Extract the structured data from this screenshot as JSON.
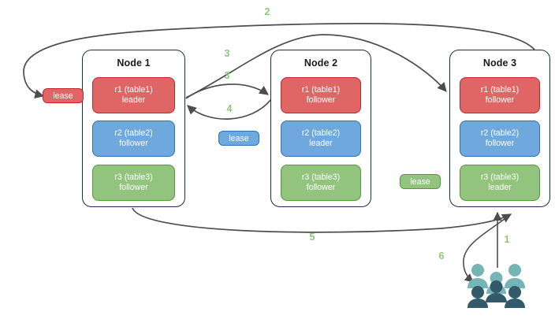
{
  "diagram": {
    "title": "distributed-replica-lease-flow",
    "colors": {
      "red_fill": "#e06666",
      "red_stroke": "#c0262a",
      "blue_fill": "#6fa8dc",
      "blue_stroke": "#2b72b8",
      "green_fill": "#93c47d",
      "green_stroke": "#4e9a3e",
      "node_border": "#1f2b46",
      "edge": "#4d4d4d",
      "step_label": "#8cc77a",
      "people_light": "#76b5b5",
      "people_dark": "#335a6b"
    }
  },
  "nodes": [
    {
      "id": "node1",
      "title": "Node 1",
      "replicas": [
        {
          "name": "r1 (table1)",
          "role": "leader",
          "color": "red"
        },
        {
          "name": "r2 (table2)",
          "role": "follower",
          "color": "blue"
        },
        {
          "name": "r3 (table3)",
          "role": "follower",
          "color": "green"
        }
      ]
    },
    {
      "id": "node2",
      "title": "Node 2",
      "replicas": [
        {
          "name": "r1 (table1)",
          "role": "follower",
          "color": "red"
        },
        {
          "name": "r2 (table2)",
          "role": "leader",
          "color": "blue"
        },
        {
          "name": "r3 (table3)",
          "role": "follower",
          "color": "green"
        }
      ]
    },
    {
      "id": "node3",
      "title": "Node 3",
      "replicas": [
        {
          "name": "r1 (table1)",
          "role": "follower",
          "color": "red"
        },
        {
          "name": "r2 (table2)",
          "role": "follower",
          "color": "blue"
        },
        {
          "name": "r3 (table3)",
          "role": "leader",
          "color": "green"
        }
      ]
    }
  ],
  "leases": [
    {
      "id": "lease-table1",
      "label": "lease",
      "color": "red"
    },
    {
      "id": "lease-table2",
      "label": "lease",
      "color": "blue"
    },
    {
      "id": "lease-table3",
      "label": "lease",
      "color": "green"
    }
  ],
  "steps": [
    {
      "id": "step-1",
      "label": "1"
    },
    {
      "id": "step-2",
      "label": "2"
    },
    {
      "id": "step-3a",
      "label": "3"
    },
    {
      "id": "step-3b",
      "label": "3"
    },
    {
      "id": "step-4",
      "label": "4"
    },
    {
      "id": "step-5",
      "label": "5"
    },
    {
      "id": "step-6",
      "label": "6"
    }
  ],
  "actor": {
    "id": "clients",
    "icon": "people-icon"
  }
}
